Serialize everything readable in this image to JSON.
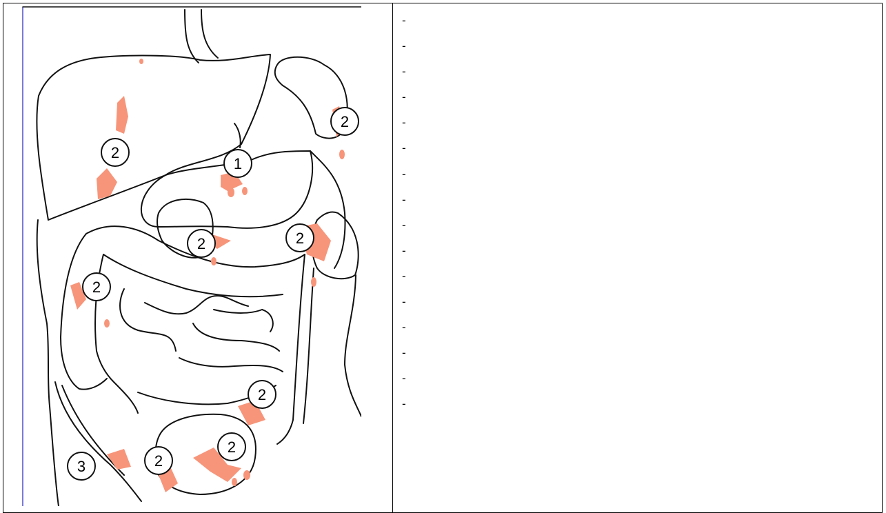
{
  "figure": {
    "markers": [
      {
        "id": "m-liver",
        "label": "2"
      },
      {
        "id": "m-stomach",
        "label": "1"
      },
      {
        "id": "m-spleen",
        "label": "2"
      },
      {
        "id": "m-duodenum",
        "label": "2"
      },
      {
        "id": "m-left-colon",
        "label": "2"
      },
      {
        "id": "m-ascending",
        "label": "2"
      },
      {
        "id": "m-sigmoid",
        "label": "2"
      },
      {
        "id": "m-bladder-right",
        "label": "2"
      },
      {
        "id": "m-bladder-left",
        "label": "2"
      },
      {
        "id": "m-wall",
        "label": "3"
      }
    ],
    "colors": {
      "line": "#111111",
      "lesion": "#f7957a",
      "lesion_dark": "#f26d4f",
      "edge": "#7b7bd6"
    }
  },
  "dash_list": [
    "-",
    "-",
    "-",
    "-",
    "-",
    "-",
    "-",
    "-",
    "-",
    "-",
    "-",
    "-",
    "-",
    "-",
    "-",
    "-"
  ]
}
